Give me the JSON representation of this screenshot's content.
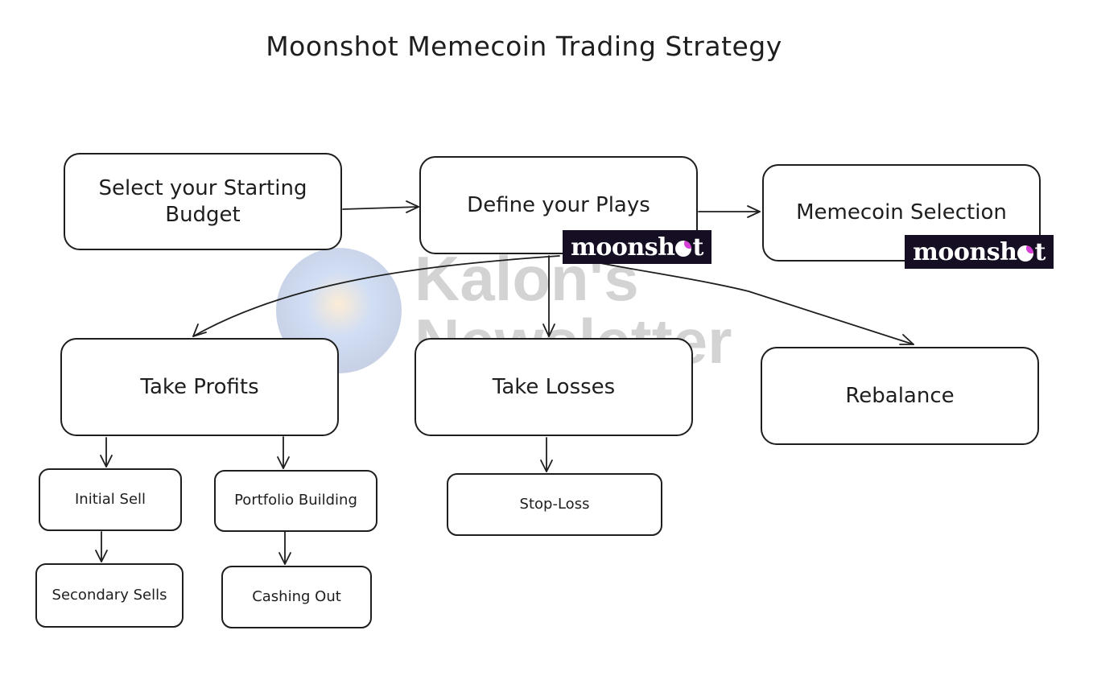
{
  "title": "Moonshot Memecoin Trading Strategy",
  "nodes": {
    "budget": "Select your Starting Budget",
    "plays": "Define your Plays",
    "selection": "Memecoin Selection",
    "profits": "Take Profits",
    "losses": "Take Losses",
    "rebalance": "Rebalance",
    "initial_sell": "Initial Sell",
    "portfolio_building": "Portfolio Building",
    "stop_loss": "Stop-Loss",
    "secondary_sells": "Secondary Sells",
    "cashing_out": "Cashing Out"
  },
  "badges": {
    "prefix": "moonsh",
    "suffix": "t"
  },
  "watermark": {
    "line1": "Kalon's",
    "line2": "Newsletter"
  },
  "colors": {
    "stroke": "#1e1e1e",
    "badge_bg": "#160f24",
    "badge_accent": "#d63fd6",
    "watermark_text": "#5a5a5a"
  }
}
